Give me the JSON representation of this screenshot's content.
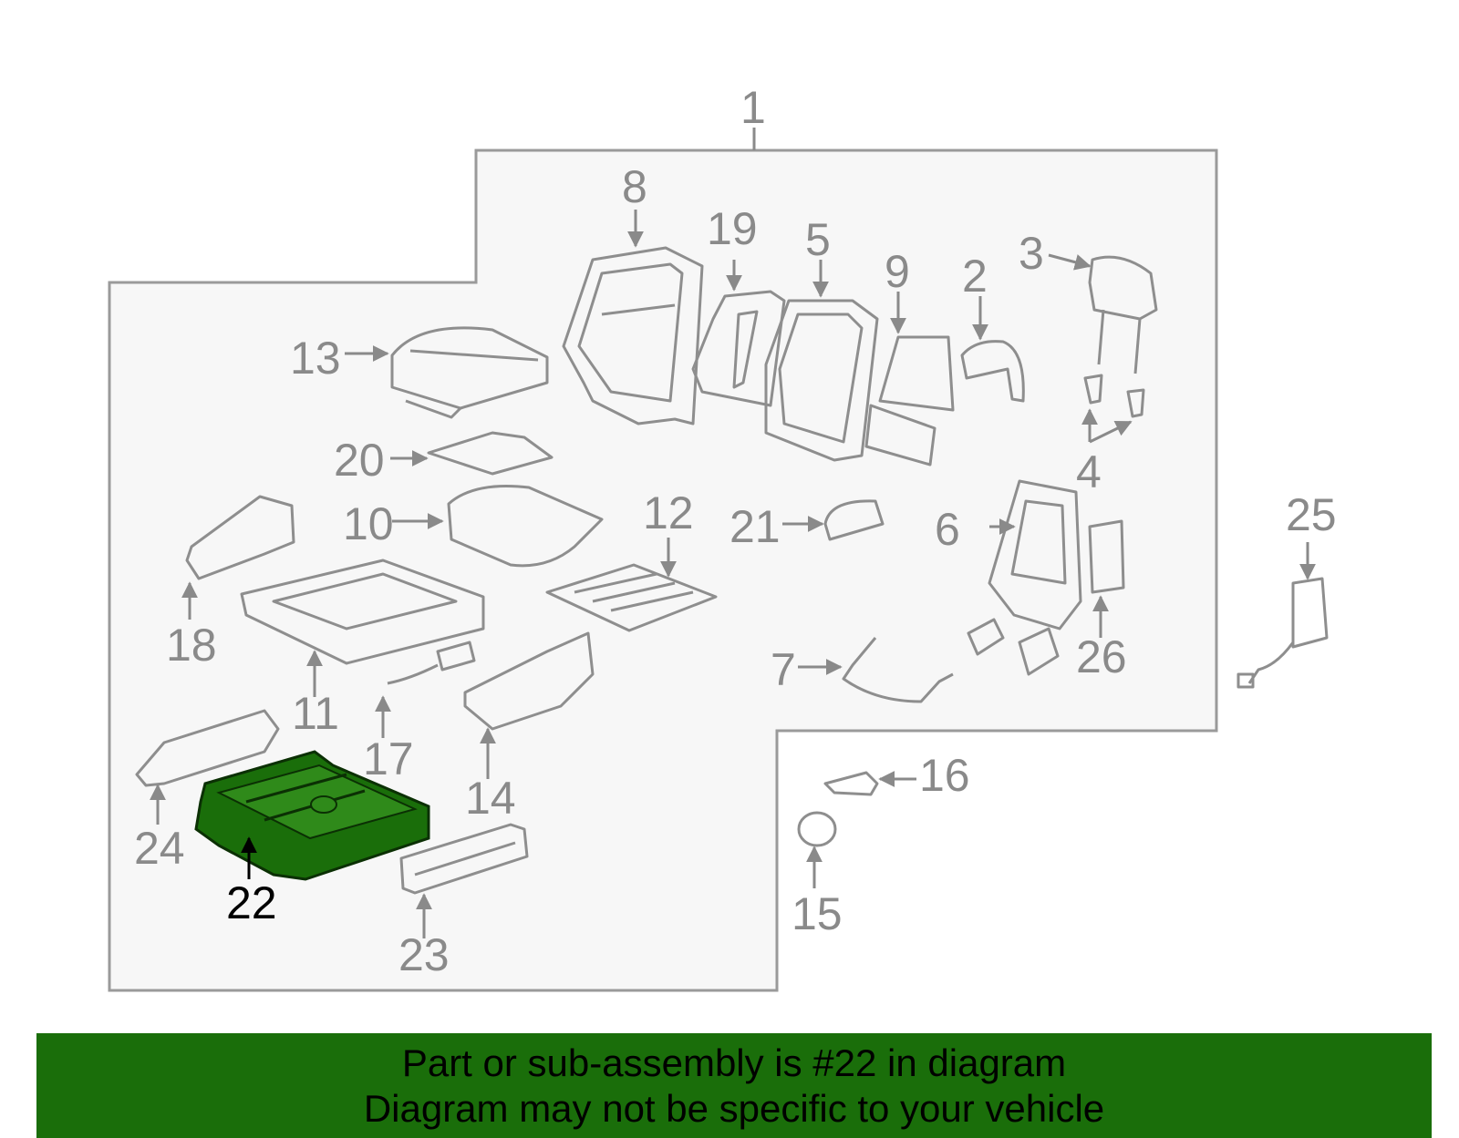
{
  "diagram": {
    "highlight_color": "#1a6e0a",
    "frame_color": "#9a9a9a",
    "callouts": [
      "1",
      "2",
      "3",
      "4",
      "5",
      "6",
      "7",
      "8",
      "9",
      "10",
      "11",
      "12",
      "13",
      "14",
      "15",
      "16",
      "17",
      "18",
      "19",
      "20",
      "21",
      "22",
      "23",
      "24",
      "25",
      "26"
    ],
    "highlighted_part": "22"
  },
  "banner": {
    "line1": "Part or sub-assembly is #22 in diagram",
    "line2": "Diagram may not be specific to your vehicle"
  }
}
